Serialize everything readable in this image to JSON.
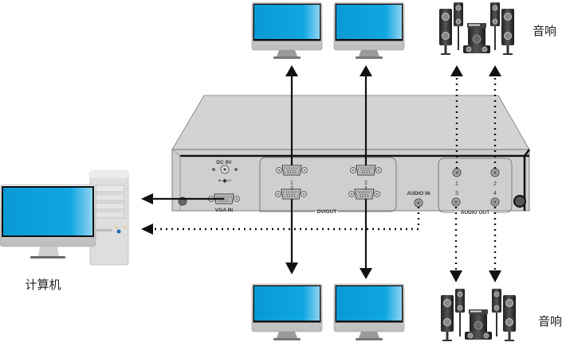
{
  "diagram": {
    "title": "VGA 1-in 4-out splitter with audio connection diagram",
    "device": {
      "front_labels": {
        "power": "DC 9V",
        "polarity": "+-◆-−",
        "vga_in": "VGA IN",
        "video_out_group": "DVIOUT",
        "audio_in": "AUDIO IN",
        "audio_out_group": "AUDIO OUT"
      },
      "video_outputs": [
        "1",
        "2",
        "3",
        "4"
      ],
      "audio_outputs": [
        "1",
        "2",
        "3",
        "4"
      ]
    },
    "nodes": {
      "computer": {
        "label": "计算机",
        "icon": "desktop-computer-icon"
      },
      "speakers_top": {
        "label": "音响",
        "icon": "speaker-system-icon"
      },
      "speakers_bottom": {
        "label": "音响",
        "icon": "speaker-system-icon"
      },
      "monitors": [
        {
          "id": "monitor-1",
          "port": "1",
          "position": "top-left",
          "icon": "monitor-icon"
        },
        {
          "id": "monitor-2",
          "port": "2",
          "position": "top-right",
          "icon": "monitor-icon"
        },
        {
          "id": "monitor-3",
          "port": "3",
          "position": "bottom-left",
          "icon": "monitor-icon"
        },
        {
          "id": "monitor-4",
          "port": "4",
          "position": "bottom-right",
          "icon": "monitor-icon"
        }
      ]
    },
    "connections": [
      {
        "from": "VGA IN",
        "to": "computer",
        "style": "solid"
      },
      {
        "from": "AUDIO IN",
        "to": "computer",
        "style": "dotted"
      },
      {
        "from": "DVIOUT 1",
        "to": "monitor-1",
        "style": "solid"
      },
      {
        "from": "DVIOUT 2",
        "to": "monitor-2",
        "style": "solid"
      },
      {
        "from": "DVIOUT 3",
        "to": "monitor-3",
        "style": "solid"
      },
      {
        "from": "DVIOUT 4",
        "to": "monitor-4",
        "style": "solid"
      },
      {
        "from": "AUDIO OUT 1",
        "to": "speakers_top",
        "style": "dotted"
      },
      {
        "from": "AUDIO OUT 2",
        "to": "speakers_top",
        "style": "dotted"
      },
      {
        "from": "AUDIO OUT 3",
        "to": "speakers_bottom",
        "style": "dotted"
      },
      {
        "from": "AUDIO OUT 4",
        "to": "speakers_bottom",
        "style": "dotted"
      }
    ],
    "colors": {
      "screen": "#0aa0dc",
      "chassis": "#d2d2d2",
      "line": "#111111",
      "monitor_bezel": "#d8d8d8"
    }
  }
}
